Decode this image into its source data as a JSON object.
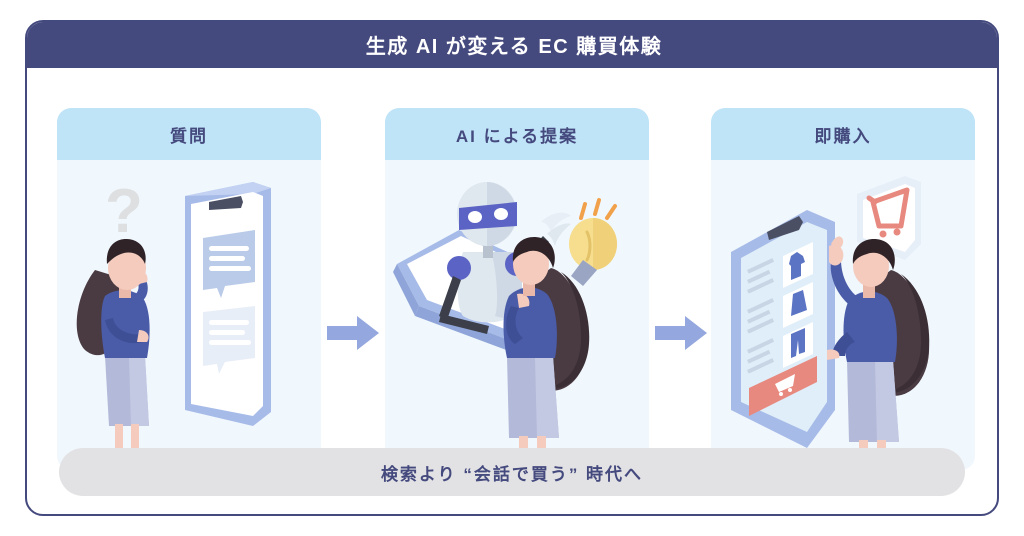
{
  "header": {
    "title": "生成 AI が変える EC 購買体験",
    "bg_color": "#454a7e",
    "text_color": "#ffffff"
  },
  "panels": [
    {
      "id": "question",
      "title": "質問",
      "header_color": "#bfe3f7",
      "body_color": "#f0f7fd",
      "illustration": "woman-with-question-mark-and-chat-phone",
      "elements": [
        "question-mark-icon",
        "woman-thinking-figure",
        "smartphone-chat-screen",
        "chat-bubble-icon"
      ]
    },
    {
      "id": "ai",
      "title": "AI による提案",
      "header_color": "#bfe3f7",
      "body_color": "#f0f7fd",
      "illustration": "robot-emerging-from-tilted-phone-with-lightbulb",
      "elements": [
        "robot-icon",
        "tilted-smartphone",
        "lightbulb-icon",
        "woman-observing-figure"
      ]
    },
    {
      "id": "purchase",
      "title": "即購入",
      "header_color": "#bfe3f7",
      "body_color": "#f0f7fd",
      "illustration": "woman-tapping-shopping-app-with-cart",
      "elements": [
        "smartphone-shopping-list",
        "product-tile-shirt",
        "product-tile-skirt",
        "product-tile-pants",
        "buy-button-with-cart",
        "shopping-cart-card-icon",
        "woman-pointing-figure"
      ]
    }
  ],
  "arrows": [
    {
      "name": "arrow-question-to-ai",
      "color": "#94a7de"
    },
    {
      "name": "arrow-ai-to-purchase",
      "color": "#94a7de"
    }
  ],
  "footer": {
    "text": "検索より “会話で買う” 時代へ",
    "bg_color": "#e2e2e4",
    "text_color": "#454a7e"
  },
  "palette": {
    "navy": "#454a7e",
    "light_blue": "#bfe3f7",
    "pale_blue": "#f0f7fd",
    "periwinkle": "#94a7de",
    "indigo_top": "#4a5ba8",
    "lavender_skirt": "#b3b9d8",
    "hair_brown": "#4a3b42",
    "coral": "#e8897f",
    "skin": "#f4cbbd",
    "bulb_yellow": "#f7de8e",
    "robot_gray": "#dfe7ef"
  }
}
